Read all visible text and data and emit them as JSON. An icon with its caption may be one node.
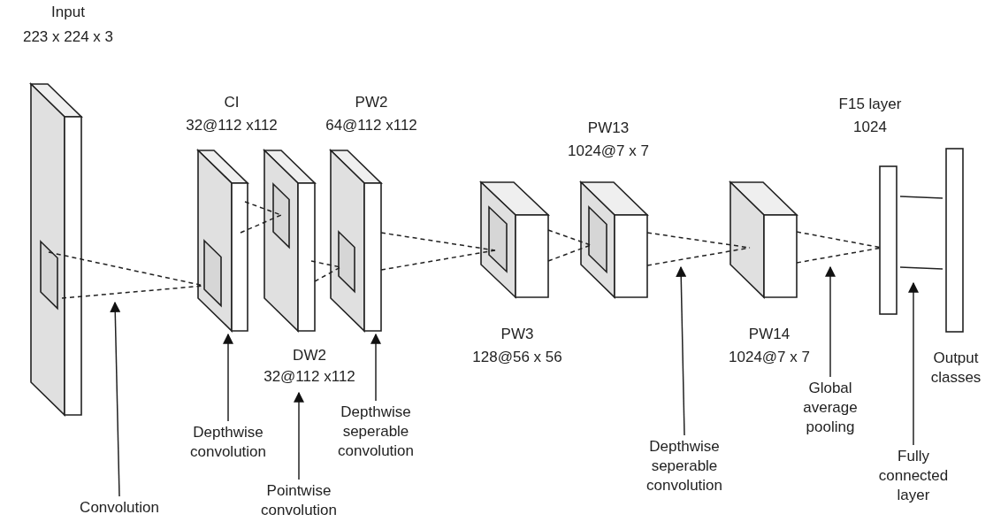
{
  "diagram": {
    "nodes": [
      {
        "text": [
          "Input",
          "223 x 224 x 3"
        ]
      },
      {
        "text": [
          "CI",
          "32@112 x112"
        ]
      },
      {
        "text": [
          "DW2",
          "32@112 x112"
        ]
      },
      {
        "text": [
          "PW2",
          "64@112 x112"
        ]
      },
      {
        "text": [
          "PW3",
          "128@56 x 56"
        ]
      },
      {
        "text": [
          "PW13",
          "1024@7 x 7"
        ]
      },
      {
        "text": [
          "PW14",
          "1024@7 x 7"
        ]
      },
      {
        "text": [
          "F15 layer",
          "1024"
        ]
      },
      {
        "text": [
          "Output classes"
        ]
      },
      {
        "text": [
          "Convolution"
        ]
      },
      {
        "text": [
          "Depthwise convolution"
        ]
      },
      {
        "text": [
          "Pointwise convolution"
        ]
      },
      {
        "text": [
          "Depthwise seperable convolution"
        ]
      },
      {
        "text": [
          "Depthwise seperable convolution"
        ]
      },
      {
        "text": [
          "Global average pooling"
        ]
      },
      {
        "text": [
          "Fully connected layer"
        ]
      }
    ],
    "edges": [
      {
        "from": 0,
        "to": 1,
        "arrow": "none",
        "style": "dashed"
      },
      {
        "from": 1,
        "to": 2,
        "arrow": "none",
        "style": "dashed"
      },
      {
        "from": 2,
        "to": 3,
        "arrow": "none",
        "style": "dashed"
      },
      {
        "from": 3,
        "to": 4,
        "arrow": "none",
        "style": "dashed"
      },
      {
        "from": 4,
        "to": 5,
        "arrow": "none",
        "style": "dashed"
      },
      {
        "from": 5,
        "to": 6,
        "arrow": "none",
        "style": "dashed"
      },
      {
        "from": 6,
        "to": 7,
        "arrow": "none",
        "style": "dashed"
      },
      {
        "from": 7,
        "to": 8,
        "arrow": "none"
      },
      {
        "from": 7,
        "to": 8,
        "arrow": "none"
      },
      {
        "from": 9,
        "to": null,
        "arrow": "to"
      },
      {
        "from": 10,
        "to": 1,
        "arrow": "to"
      },
      {
        "from": 11,
        "to": 2,
        "arrow": "to"
      },
      {
        "from": 12,
        "to": 3,
        "arrow": "to"
      },
      {
        "from": 13,
        "to": null,
        "arrow": "to"
      },
      {
        "from": 14,
        "to": null,
        "arrow": "to"
      },
      {
        "from": 15,
        "to": 7,
        "arrow": "to"
      }
    ]
  }
}
